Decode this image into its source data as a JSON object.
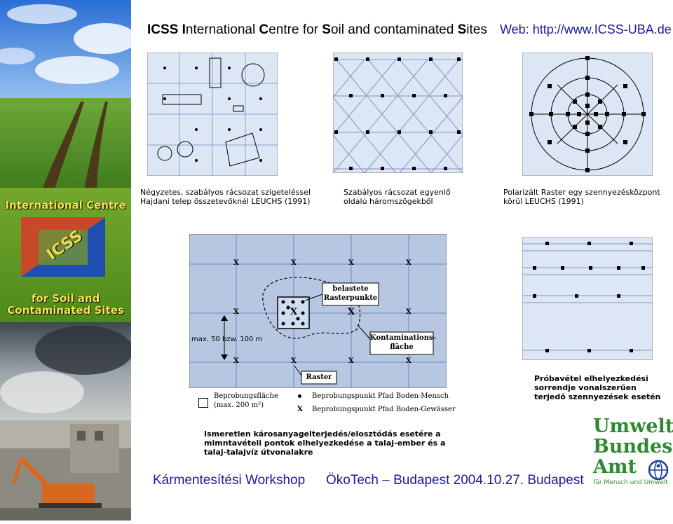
{
  "header": {
    "title_parts": [
      {
        "text": "I",
        "bold": true
      },
      {
        "text": "CSS ",
        "bold": true
      },
      {
        "text": "I",
        "bold": true
      },
      {
        "text": "nternational ",
        "bold": false
      },
      {
        "text": "C",
        "bold": true
      },
      {
        "text": "entre for ",
        "bold": false
      },
      {
        "text": "S",
        "bold": true
      },
      {
        "text": "oil and contaminated ",
        "bold": false
      },
      {
        "text": "S",
        "bold": true
      },
      {
        "text": "ites",
        "bold": false
      }
    ],
    "web": "Web: http://www.ICSS-UBA.de"
  },
  "sidebar": {
    "label_top": "International Centre",
    "logo_text": "ICSS",
    "label_bottom_1": "for Soil and",
    "label_bottom_2": "Contaminated Sites"
  },
  "captions": {
    "square_1": "Négyzetes, szabályos rácsozat szigeteléssel",
    "square_2": "Hajdani telep összetevőknél LEUCHS (1991)",
    "triangle_1": "Szabályos rácsozat egyenlő",
    "triangle_2": "oldalú háromszögekből",
    "polar_1": "Polarizált Raster egy szennyezésközpont",
    "polar_2": "körül  LEUCHS (1991)",
    "linear_1": "Próbavétel elhelyezkedési",
    "linear_2": "sorrendje vonalszerűen",
    "linear_3": "terjedő szennyezések esetén",
    "unknown_1": "Ismeretlen károsanyagelterjedés/elosztódás esetére a",
    "unknown_2": "mimntavételi pontok elhelyezkedése a talaj-ember és a",
    "unknown_3": "talaj-talajvíz útvonalakre"
  },
  "diagram": {
    "label_belastete_1": "belastete",
    "label_belastete_2": "Rasterpunkte",
    "label_kontam_1": "Kontaminations-",
    "label_kontam_2": "fläche",
    "label_distance": "max. 50 bzw. 100 m",
    "label_raster": "Raster",
    "x_mark": "X"
  },
  "legend": {
    "area_1": "Beprobungsfläche",
    "area_2": "(max. 200 m²)",
    "point_human": "Beprobungspunkt Pfad Boden-Mensch",
    "point_water_symbol": "X",
    "point_water": "Beprobungspunkt Pfad Boden-Gewässer"
  },
  "uba": {
    "line_1": "Umwelt",
    "line_2": "Bundes",
    "line_3": "Amt",
    "tagline": "für Mensch und Umwelt"
  },
  "footer": {
    "workshop": "Kármentesítési Workshop",
    "event": "ÖkoTech – Budapest 2004.10.27. Budapest"
  },
  "colors": {
    "accent_blue": "#1a1a99",
    "sidebar_green": "#5a9a2a",
    "uba_green": "#2e8a2e",
    "panel_blue": "#b7c7e2"
  }
}
